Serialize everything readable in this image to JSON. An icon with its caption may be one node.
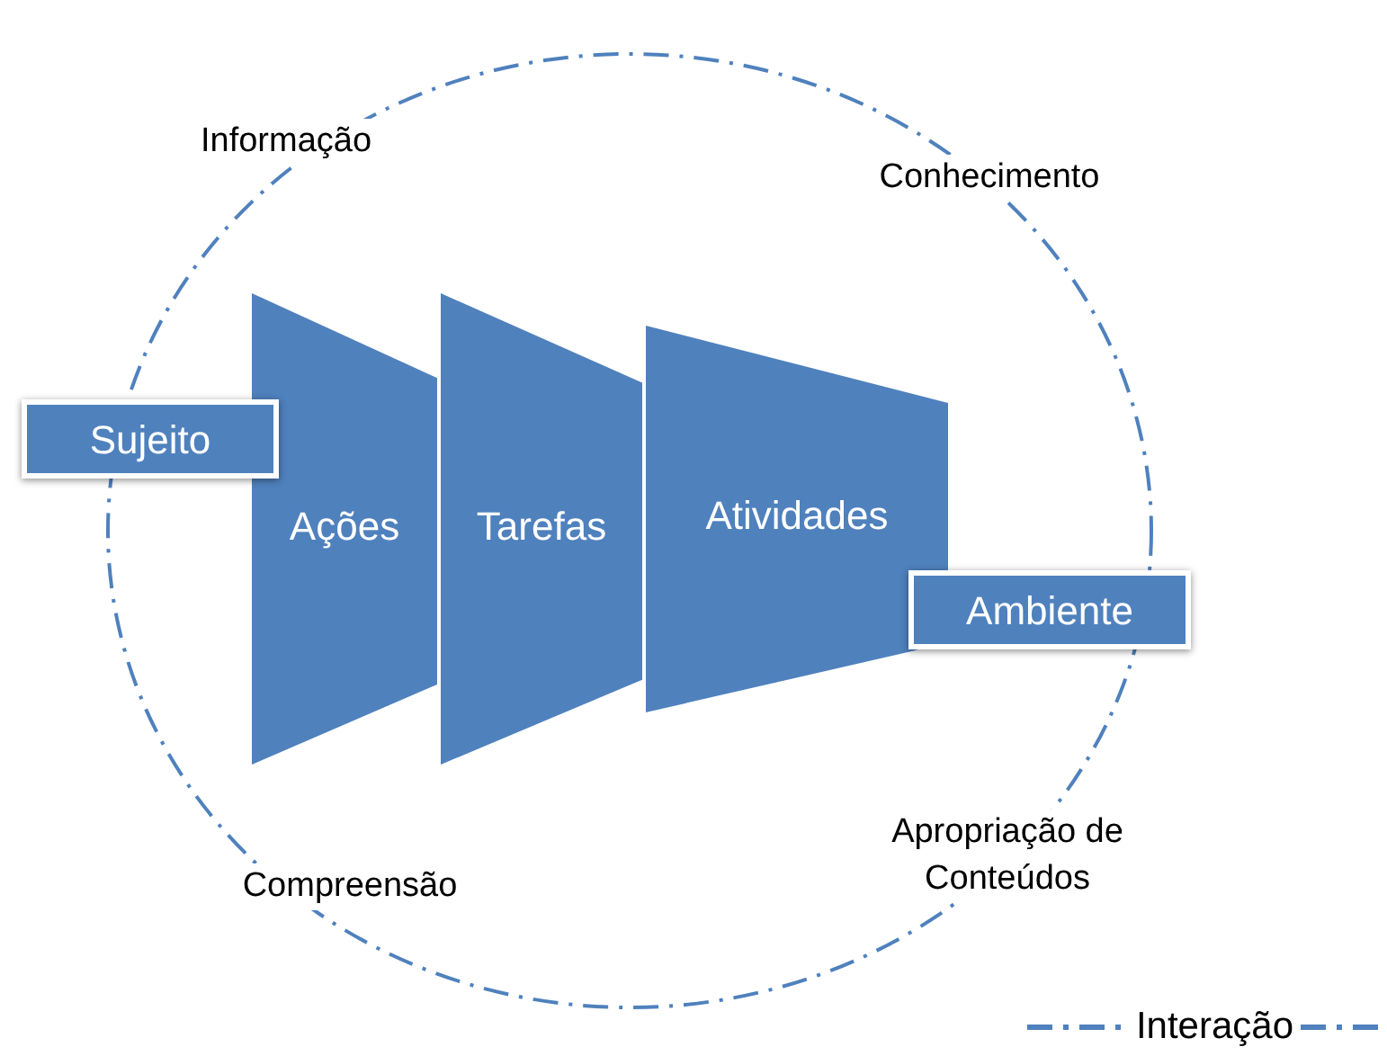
{
  "diagram": {
    "nodes": [
      {
        "text": [
          "Sujeito"
        ]
      },
      {
        "text": [
          "Ações"
        ]
      },
      {
        "text": [
          "Tarefas"
        ]
      },
      {
        "text": [
          "Atividades"
        ]
      },
      {
        "text": [
          "Ambiente"
        ]
      }
    ],
    "labels": [
      "Informação",
      "Conhecimento",
      "Compreensão",
      "Apropriação de Conteúdos"
    ],
    "legend": [
      {
        "text": "Interação"
      }
    ]
  }
}
